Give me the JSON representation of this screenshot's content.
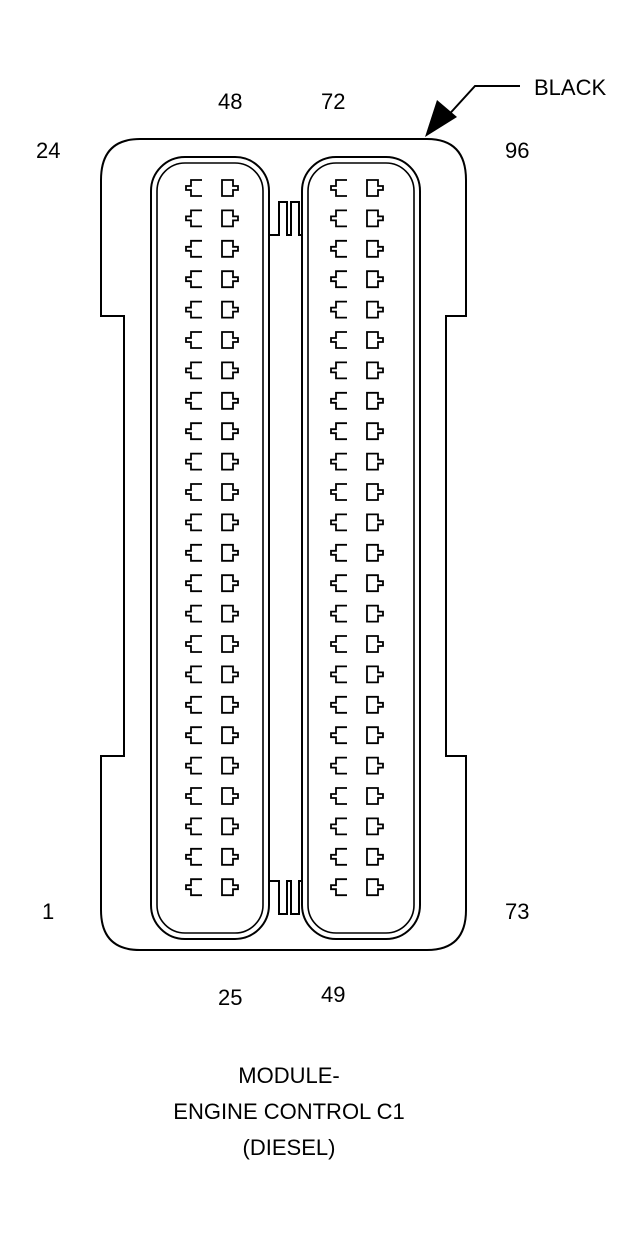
{
  "connector": {
    "color_callout": "BLACK",
    "pin_labels": {
      "top_left_outer": "24",
      "top_left_inner": "48",
      "top_right_inner": "72",
      "top_right_outer": "96",
      "bottom_left_outer": "1",
      "bottom_left_inner": "25",
      "bottom_right_inner": "49",
      "bottom_right_outer": "73"
    },
    "pins_per_column": 24,
    "cavity_count": 2,
    "columns_per_cavity": 2
  },
  "caption": {
    "line1": "MODULE-",
    "line2": "ENGINE CONTROL C1",
    "line3": "(DIESEL)"
  },
  "colors": {
    "stroke": "#000000",
    "background": "#ffffff"
  }
}
